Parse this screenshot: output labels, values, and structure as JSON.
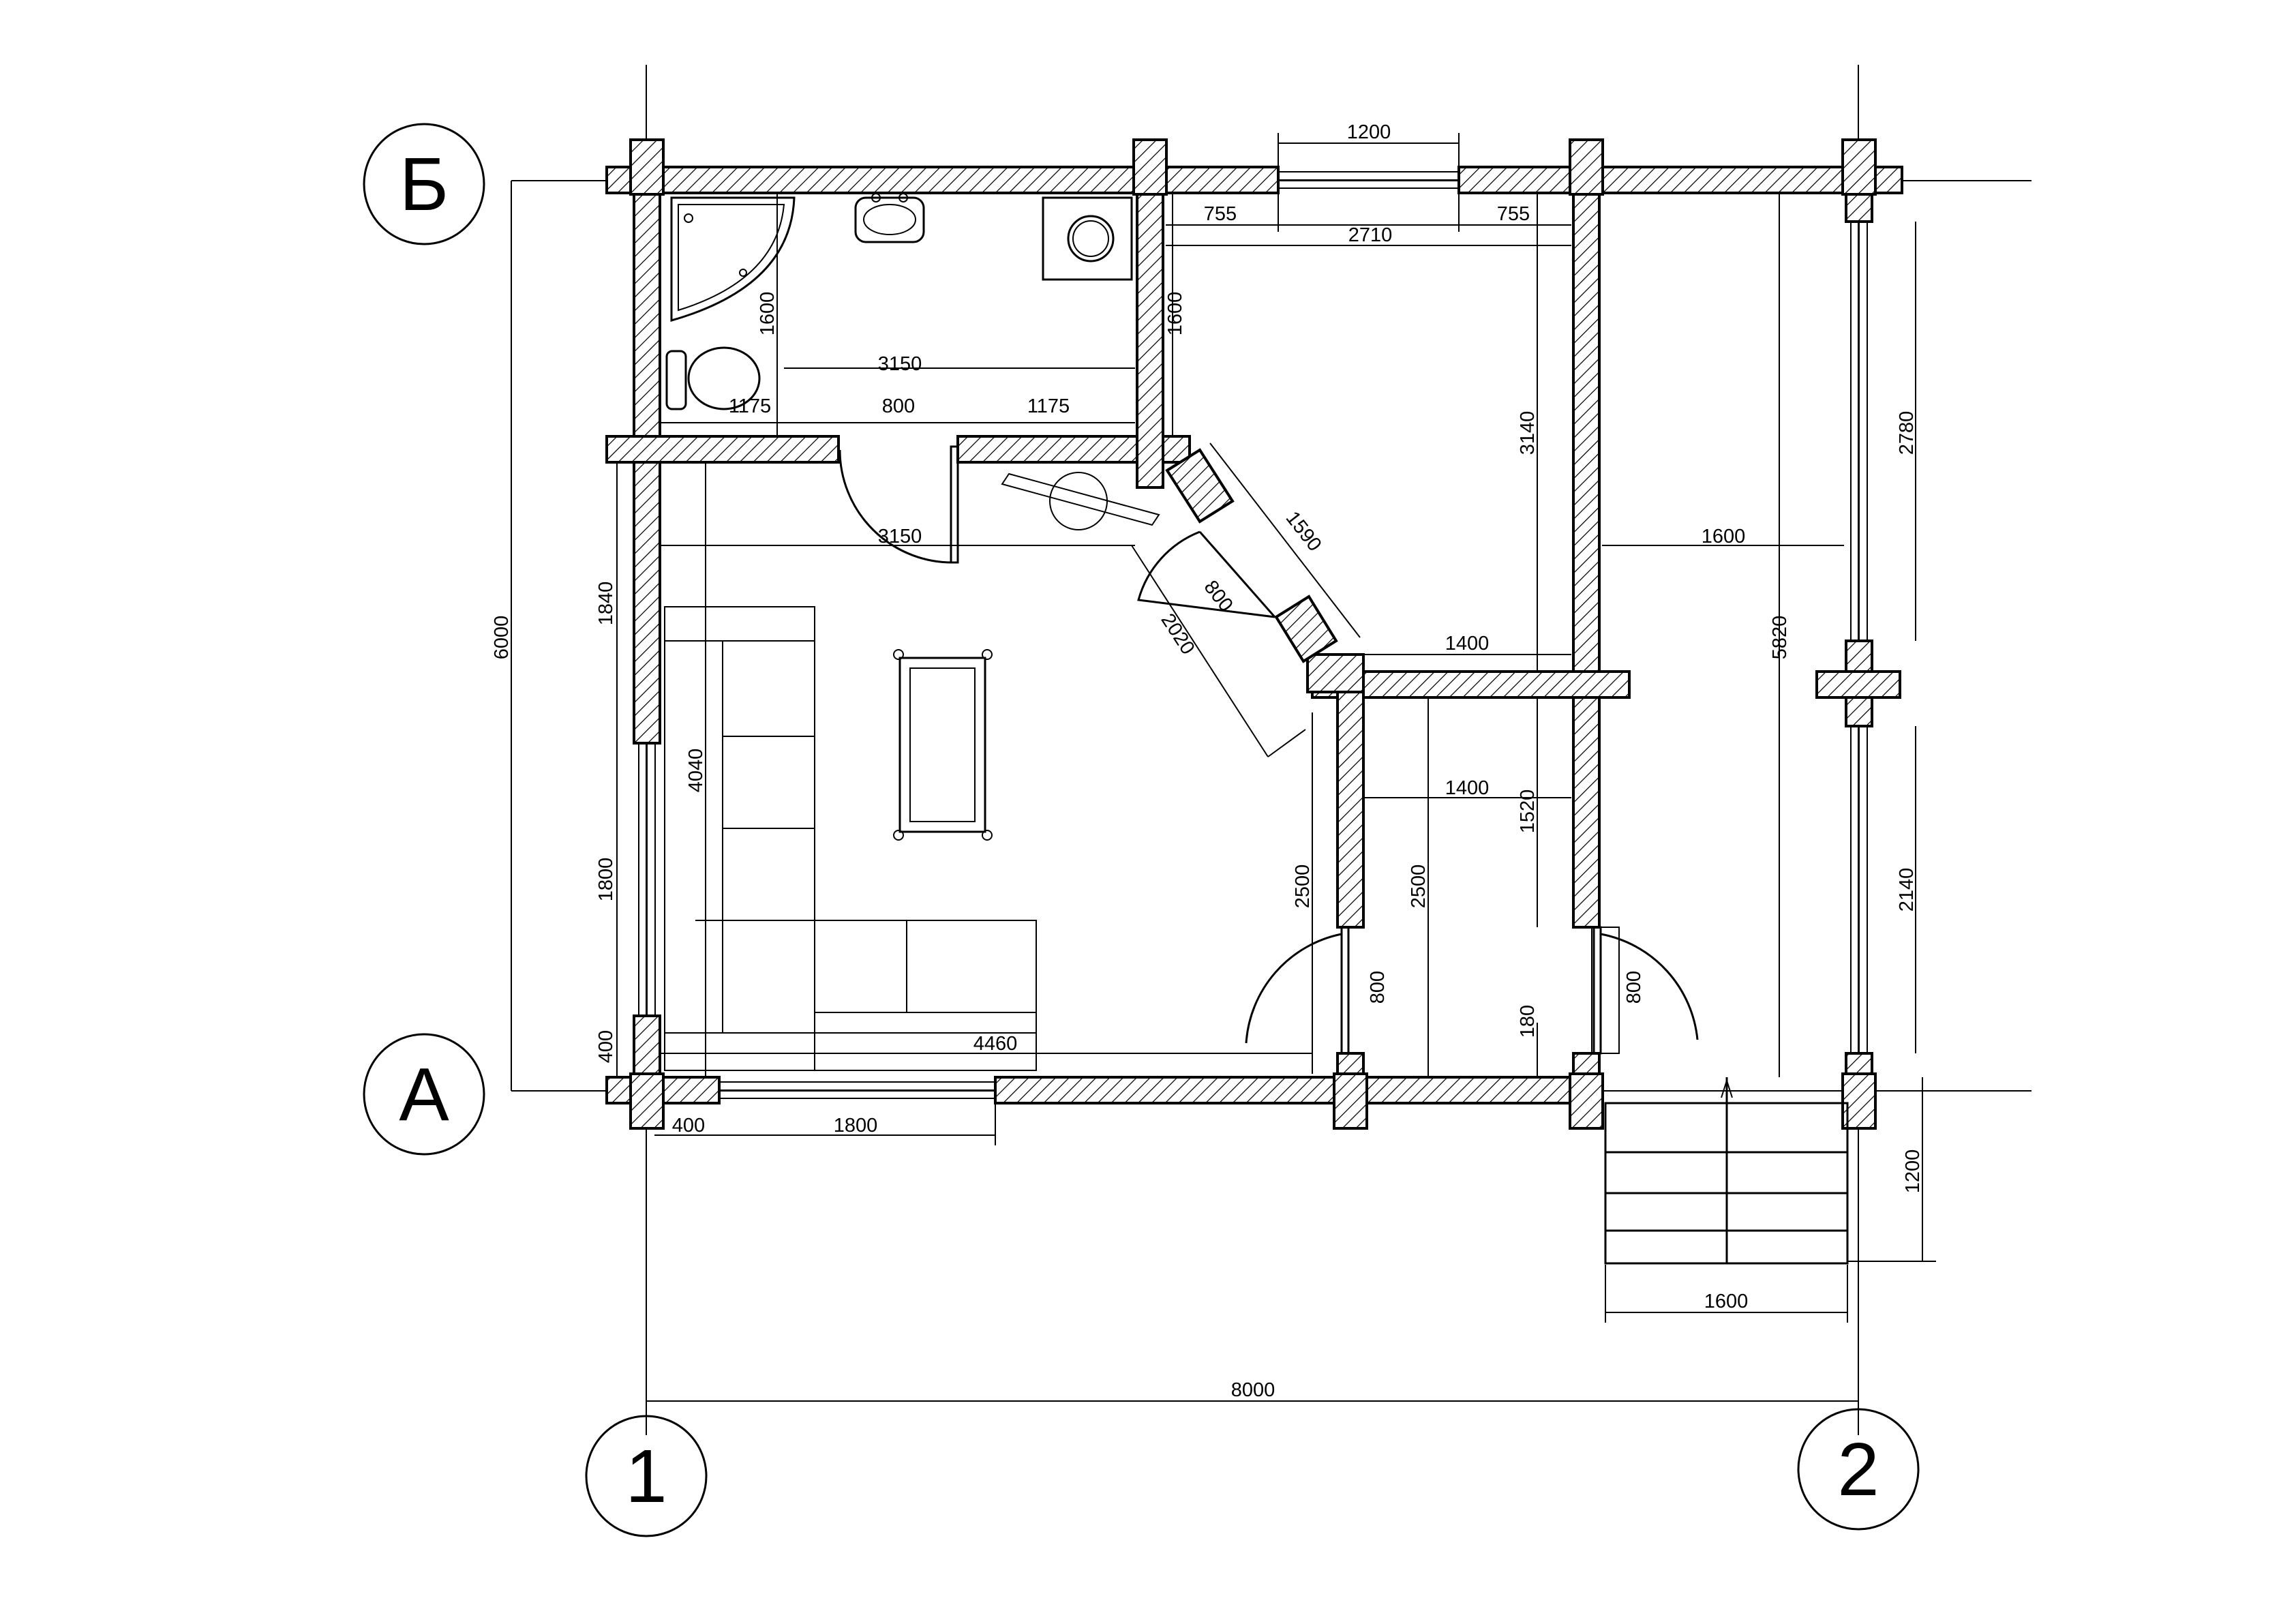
{
  "axes": {
    "row_top": "Б",
    "row_bottom": "А",
    "col_left": "1",
    "col_right": "2"
  },
  "dimensions": {
    "window_top": "1200",
    "seg_755_left": "755",
    "seg_755_right": "755",
    "room_top_width": "2710",
    "bath_height_left": "1600",
    "bath_height_right": "1600",
    "bath_width": "3150",
    "bath_door_left": "1175",
    "bath_door": "800",
    "bath_door_right": "1175",
    "living_top": "3150",
    "diag_wall": "1590",
    "diag_door": "800",
    "diag_span": "2020",
    "room_height": "3140",
    "right_room_width": "1600",
    "right_room_height": "5820",
    "right_window_top": "2780",
    "right_window_bottom": "2140",
    "hall_width_top": "1400",
    "hall_width_mid": "1400",
    "hall_height": "1520",
    "hall_offset": "180",
    "hall_door": "800",
    "hall_left_door": "800",
    "height_2500_left": "2500",
    "height_2500_right": "2500",
    "left_1840": "1840",
    "left_window": "1800",
    "left_400": "400",
    "living_height": "4040",
    "living_width": "4460",
    "bottom_400": "400",
    "bottom_window": "1800",
    "total_height": "6000",
    "total_width": "8000",
    "porch_width": "1600",
    "porch_depth": "1200"
  }
}
